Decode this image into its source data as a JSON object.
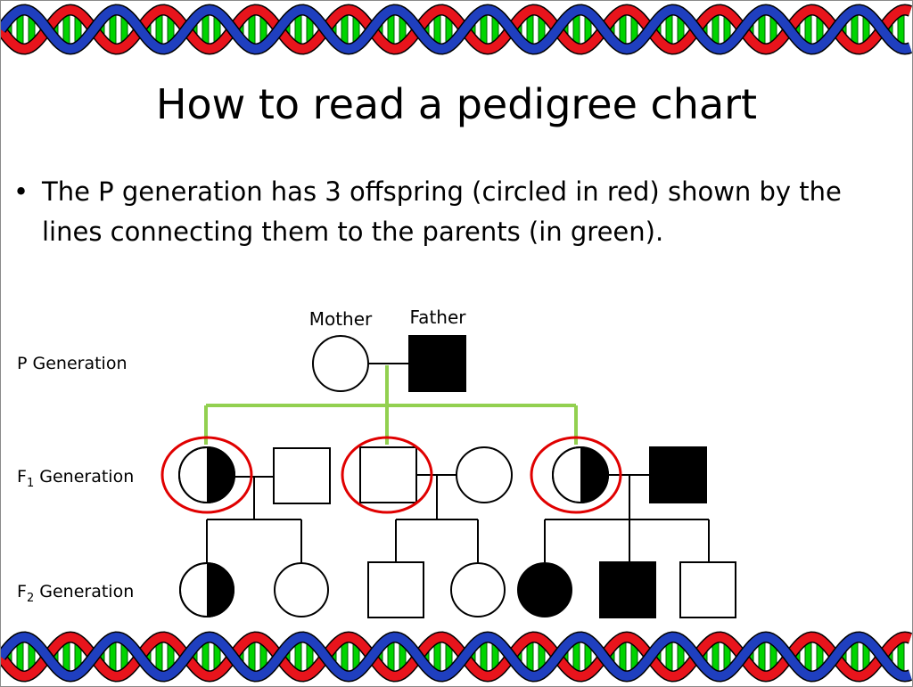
{
  "slide": {
    "title": "How to read a pedigree chart",
    "bullet": "The P generation has 3 offspring (circled in red) shown by the lines connecting them to the parents (in green)."
  },
  "pedigree": {
    "parent_labels": {
      "mother": "Mother",
      "father": "Father"
    },
    "generations": [
      {
        "prefix": "P Generation",
        "sub": "",
        "suffix": ""
      },
      {
        "prefix": "F",
        "sub": "1",
        "suffix": " Generation"
      },
      {
        "prefix": "F",
        "sub": "2",
        "suffix": " Generation"
      }
    ],
    "individuals": {
      "p": [
        {
          "name": "mother",
          "shape": "circle",
          "fill": "empty"
        },
        {
          "name": "father",
          "shape": "square",
          "fill": "full"
        }
      ],
      "f1": [
        {
          "name": "offspring-1",
          "shape": "circle",
          "fill": "half",
          "circled": true
        },
        {
          "name": "spouse-1",
          "shape": "square",
          "fill": "empty"
        },
        {
          "name": "offspring-2",
          "shape": "square",
          "fill": "empty",
          "circled": true
        },
        {
          "name": "spouse-2",
          "shape": "circle",
          "fill": "empty"
        },
        {
          "name": "offspring-3",
          "shape": "circle",
          "fill": "half",
          "circled": true
        },
        {
          "name": "spouse-3",
          "shape": "square",
          "fill": "full"
        }
      ],
      "f2": [
        {
          "name": "grandchild-1",
          "shape": "circle",
          "fill": "half"
        },
        {
          "name": "grandchild-2",
          "shape": "circle",
          "fill": "empty"
        },
        {
          "name": "grandchild-3",
          "shape": "square",
          "fill": "empty"
        },
        {
          "name": "grandchild-4",
          "shape": "circle",
          "fill": "empty"
        },
        {
          "name": "grandchild-5",
          "shape": "circle",
          "fill": "full"
        },
        {
          "name": "grandchild-6",
          "shape": "square",
          "fill": "full"
        },
        {
          "name": "grandchild-7",
          "shape": "square",
          "fill": "empty"
        }
      ]
    },
    "colors": {
      "offspring_line": "#92d050",
      "highlight": "#e00000",
      "ink": "#000000"
    }
  },
  "decoration": {
    "dna_colors": {
      "strand_a": "#e8141c",
      "strand_b": "#1f3fbf",
      "rung": "#00d400"
    }
  }
}
